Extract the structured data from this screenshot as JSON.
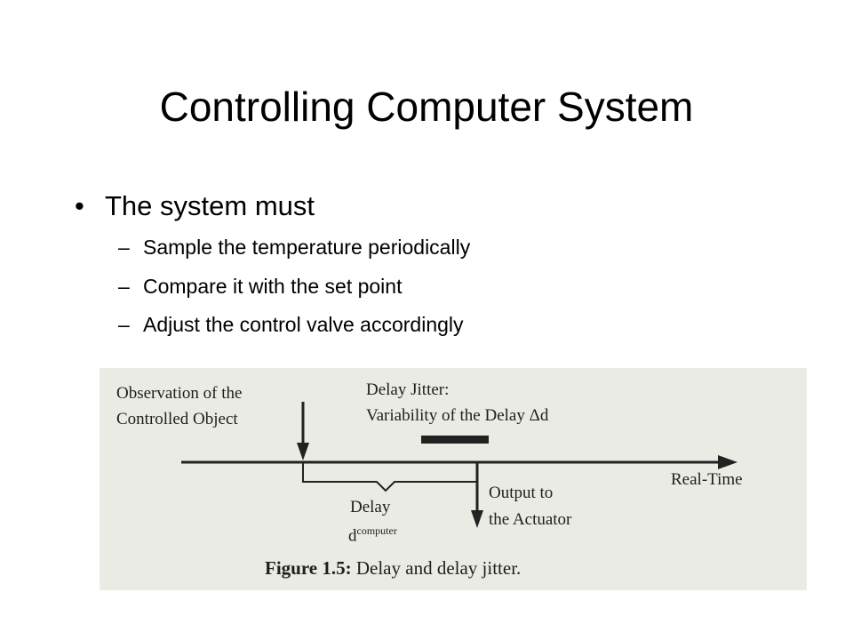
{
  "slide": {
    "title": "Controlling Computer System",
    "bullet": "The system must",
    "sub_items": [
      "Sample the temperature periodically",
      "Compare it with the set point",
      "Adjust the control valve accordingly"
    ]
  },
  "figure": {
    "observation_line1": "Observation of the",
    "observation_line2": "Controlled Object",
    "jitter_line1": "Delay  Jitter:",
    "jitter_line2": "Variability of the Delay Δd",
    "axis_label": "Real-Time",
    "output_line1": "Output  to",
    "output_line2": "the Actuator",
    "delay_label": "Delay",
    "delay_symbol": "d",
    "delay_subscript": "computer",
    "caption_prefix": "Figure 1.5:",
    "caption_text": "Delay and delay jitter."
  }
}
